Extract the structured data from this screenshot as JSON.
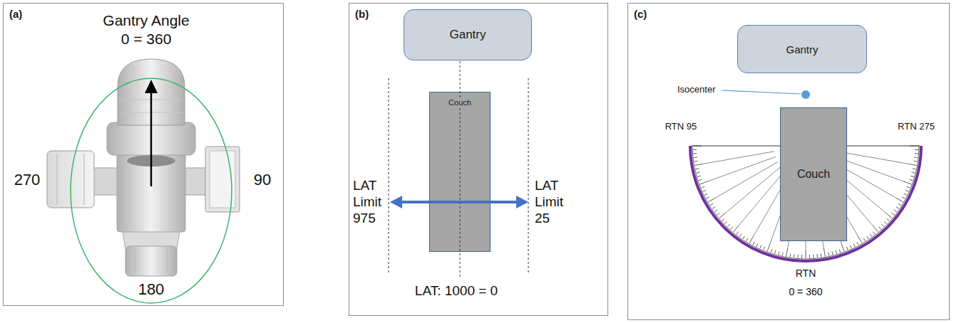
{
  "diagram": {
    "nodes": [
      {
        "text": [
          "(a)"
        ]
      },
      {
        "text": [
          "(b)"
        ]
      },
      {
        "text": [
          "Gantry"
        ],
        "in": 1
      },
      {
        "text": [
          "Couch"
        ],
        "in": 1
      },
      {
        "text": [
          "(c)"
        ]
      },
      {
        "text": [
          "Gantry"
        ],
        "in": 4
      },
      {
        "text": [
          "Couch"
        ],
        "in": 4
      }
    ],
    "labels": [
      "Gantry Angle",
      "0 = 360",
      "270",
      "90",
      "180",
      "LAT Limit 975",
      "LAT Limit 25",
      "LAT: 1000 = 0",
      "Isocenter",
      "RTN 95",
      "RTN 275",
      "RTN",
      "0 = 360"
    ]
  }
}
